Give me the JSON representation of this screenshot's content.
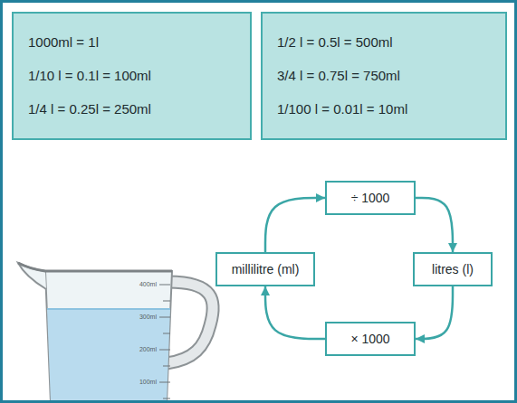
{
  "diagram": {
    "nodes": [
      {
        "text": [
          "1000ml = 1l",
          "1/10 l = 0.1l = 100ml",
          "1/4 l = 0.25l = 250ml"
        ]
      },
      {
        "text": [
          "1/2 l = 0.5l = 500ml",
          "3/4 l = 0.75l = 750ml",
          "1/100 l = 0.01l = 10ml"
        ]
      },
      {
        "text": [
          "÷ 1000"
        ]
      },
      {
        "text": [
          "millilitre (ml)"
        ]
      },
      {
        "text": [
          "litres (l)"
        ]
      },
      {
        "text": [
          "× 1000"
        ]
      }
    ],
    "edges": [
      {
        "from": 3,
        "to": 2,
        "arrow": "to"
      },
      {
        "from": 2,
        "to": 4,
        "arrow": "to"
      },
      {
        "from": 4,
        "to": 5,
        "arrow": "to"
      },
      {
        "from": 5,
        "to": 3,
        "arrow": "to"
      }
    ],
    "labels": [
      "400ml",
      "300ml",
      "200ml",
      "100ml"
    ]
  }
}
